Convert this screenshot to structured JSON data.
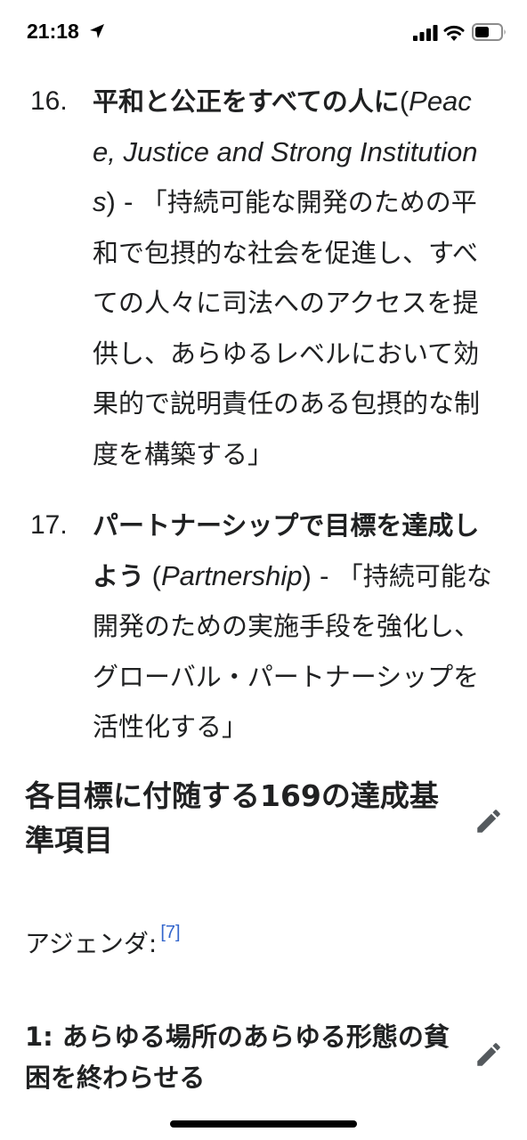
{
  "status_bar": {
    "time": "21:18"
  },
  "list_items": [
    {
      "number": "16.",
      "title_jp": "平和と公正をすべての人に",
      "en_open": "(",
      "en_italic": "Peace, Justice and Strong Institutions",
      "en_close": ")",
      "description": " - 「持続可能な開発のための平和で包摂的な社会を促進し、すべての人々に司法へのアクセスを提供し、あらゆるレベルにおいて効果的で説明責任のある包摂的な制度を構築する」"
    },
    {
      "number": "17.",
      "title_jp": "パートナーシップで目標を達成しよう",
      "en_open": " (",
      "en_italic": "Partnership",
      "en_close": ")",
      "description": " - 「持続可能な開発のための実施手段を強化し、グローバル・パートナーシップを活性化する」"
    }
  ],
  "section": {
    "title": "各目標に付随する169の達成基準項目"
  },
  "agenda": {
    "label": "アジェンダ:",
    "ref": "[7]"
  },
  "subsection": {
    "title": "1: あらゆる場所のあらゆる形態の貧困を終わらせる"
  }
}
